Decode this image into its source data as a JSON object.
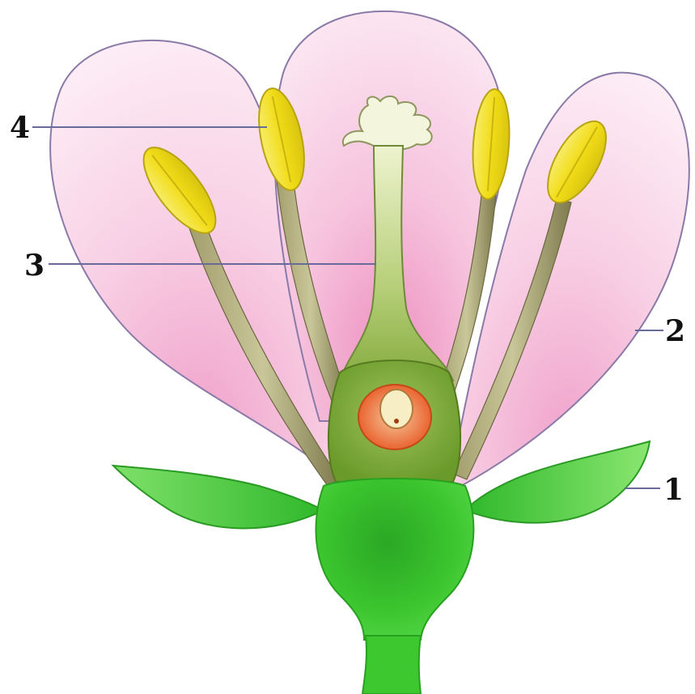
{
  "diagram": {
    "labels": [
      {
        "id": "sepal",
        "text": "1"
      },
      {
        "id": "petal",
        "text": "2"
      },
      {
        "id": "style",
        "text": "3"
      },
      {
        "id": "anther",
        "text": "4"
      }
    ]
  },
  "colors": {
    "petal_light": "#fbe4f1",
    "petal_deep": "#ee9bc6",
    "petal_outline": "#8a7aa8",
    "filament": "#8f8a5a",
    "anther_yellow": "#f2e22a",
    "pistil_green": "#8fb24a",
    "ovary_green": "#6f9e2c",
    "ovule_orange": "#ea6a2c",
    "receptacle_green": "#34c02c",
    "sepal_green": "#45c93a",
    "leader_line": "#6a6a9a"
  }
}
